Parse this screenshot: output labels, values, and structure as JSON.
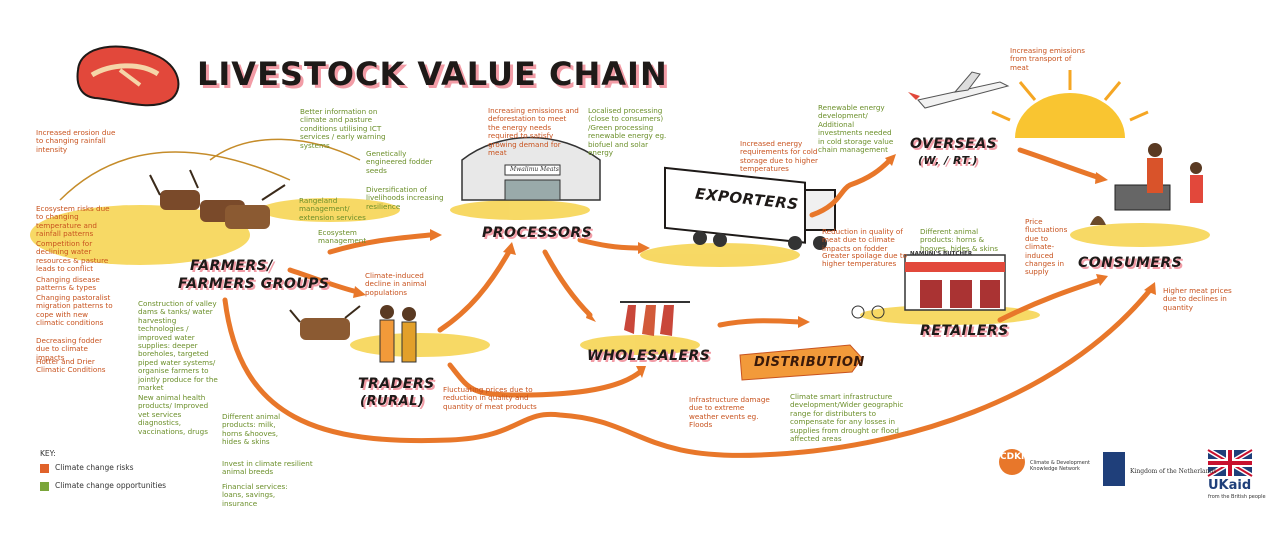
{
  "title": "LIVESTOCK VALUE CHAIN",
  "stages": {
    "farmers": "FARMERS/",
    "farmers2": "FARMERS GROUPS",
    "processors": "PROCESSORS",
    "traders": "TRADERS",
    "traders2": "(RURAL)",
    "wholesalers": "WHOLESALERS",
    "distribution": "DISTRIBUTION",
    "exporters": "EXPORTERS",
    "overseas": "OVERSEAS",
    "overseas2": "(W, / Rt.)",
    "retailers": "RETAILERS",
    "consumers": "CONSUMERS",
    "shop_sign": "NAMUNI'S BUTCHER",
    "processor_sign": "Mwalimu Meats"
  },
  "risks": {
    "erosion": "Increased erosion due to changing rainfall intensity",
    "ecosystem": "Ecosystem risks due to changing temperature and rainfall patterns",
    "competition": "Competition for declining water resources & pasture leads to conflict",
    "disease": "Changing disease patterns & types",
    "migration": "Changing pastoralist migration patterns to cope with new climatic conditions",
    "fodder": "Decreasing fodder due to climate impacts",
    "hotter": "Hotter and Drier Climatic Conditions",
    "emissions_proc": "Increasing emissions and deforestation to meet the energy needs required to satisfy growing demand for meat",
    "animal_decline": "Climate-induced decline in animal populations",
    "fluct": "Fluctuating prices due to reduction in quality and quantity of meat products",
    "cold_storage": "Increased energy requirements for cold storage due to higher temperatures",
    "quality": "Reduction in quality of meat due to climate impacts on fodder",
    "spoilage": "Greater spoilage due to higher temperatures",
    "infra": "Infrastructure damage due to extreme weather events eg. Floods",
    "transport": "Increasing emissions from transport of meat",
    "price": "Price fluctuations due to climate-induced changes in supply",
    "higher_price": "Higher meat prices due to declines in quantity"
  },
  "opportunities": {
    "info": "Better information on climate and pasture conditions utilising ICT services / early warning systems",
    "fodder_seeds": "Genetically engineered fodder seeds",
    "diversify": "Diversification of livelihoods increasing resilience",
    "rangeland": "Rangeland management/ extension services",
    "ecosystem_mgmt": "Ecosystem management",
    "local_proc": "Localised processing (close to consumers) /Green processing renewable energy eg. biofuel and solar energy",
    "dams": "Construction of valley dams & tanks/ water harvesting technologies / improved water supplies: deeper boreholes, targeted piped water systems/ organise farmers to jointly produce for the market",
    "health": "New animal health products/ Improved vet services diagnostics, vaccinations, drugs",
    "products": "Different animal products: milk, horns &hooves, hides & skins",
    "breeds": "Invest in climate resilient animal breeds",
    "finance": "Financial services: loans, savings, insurance",
    "renewable": "Renewable energy development/ Additional investments needed in cold storage value chain management",
    "retail_products": "Different animal products: horns & hooves, hides & skins",
    "climate_smart": "Climate smart infrastructure development/Wider geographic range for distributers to compensate for any losses in supplies from drought or flood affected areas"
  },
  "key": {
    "title": "KEY:",
    "risk_label": "Climate change risks",
    "opp_label": "Climate change opportunities",
    "risk_color": "#e0622a",
    "opp_color": "#7aa53a"
  },
  "logos": {
    "cdkn_mark": "CDKN",
    "cdkn_text": "Climate & Development Knowledge Network",
    "netherlands": "Kingdom of the Netherlands",
    "ukaid": "UKaid",
    "ukaid_sub": "from the British people"
  }
}
